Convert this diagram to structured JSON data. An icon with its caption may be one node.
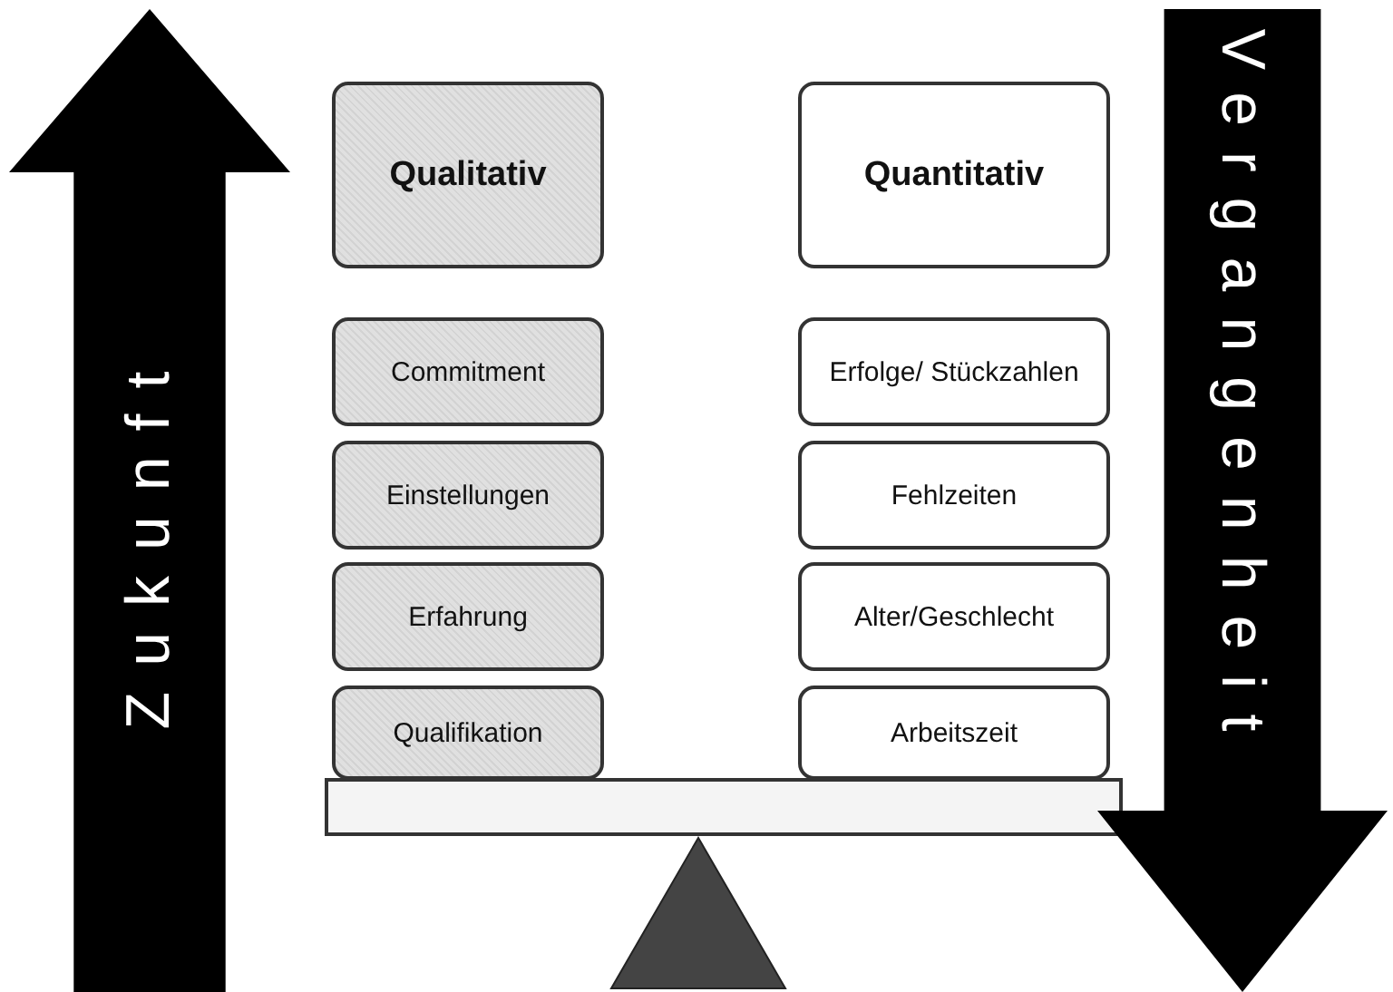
{
  "diagram": {
    "nodes": [
      {
        "text": [
          "Zukunft"
        ]
      },
      {
        "text": [
          "Qualitativ"
        ]
      },
      {
        "text": [
          "Quantitativ"
        ]
      },
      {
        "text": [
          "Vergangenheit"
        ]
      },
      {
        "text": [
          "Commitment"
        ]
      },
      {
        "text": [
          "Erfolge/ Stückzahlen"
        ]
      },
      {
        "text": [
          "Einstellungen"
        ]
      },
      {
        "text": [
          "Fehlzeiten"
        ]
      },
      {
        "text": [
          "Erfahrung"
        ]
      },
      {
        "text": [
          "Alter/Geschlecht"
        ]
      },
      {
        "text": [
          "Qualifikation"
        ]
      },
      {
        "text": [
          "Arbeitszeit"
        ]
      }
    ],
    "edges": []
  }
}
